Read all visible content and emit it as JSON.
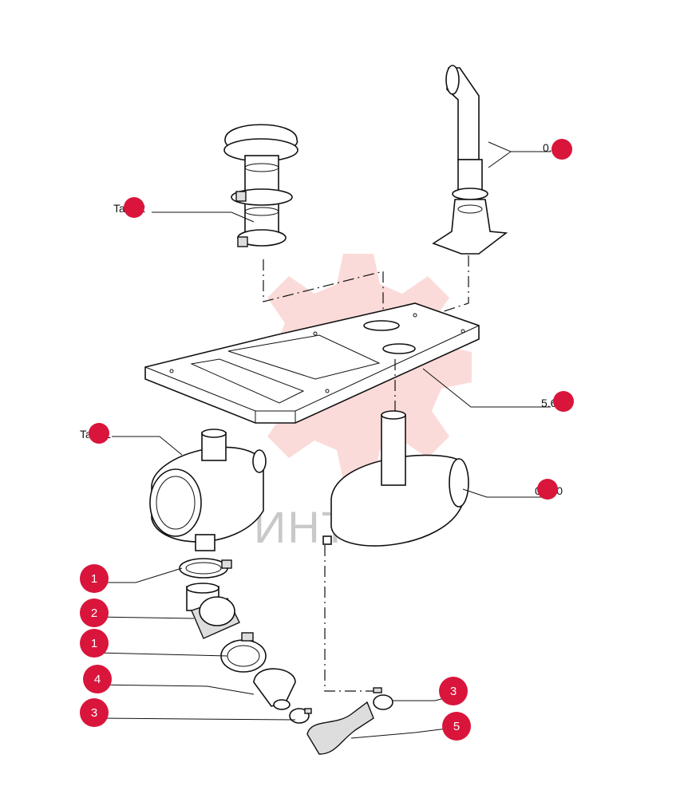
{
  "watermark": {
    "text": "ИНТЕХ",
    "color": "#e8352f"
  },
  "colors": {
    "callout": "#d9153b",
    "line": "#111111"
  },
  "references": {
    "ref_tav22": "Tav.22",
    "ref_0530_top": "0.530",
    "ref_5601": "5.601",
    "ref_tav11": "Tav.11",
    "ref_0530_mid": "0.530"
  },
  "callouts": {
    "c1a": "1",
    "c2": "2",
    "c1b": "1",
    "c4": "4",
    "c3a": "3",
    "c3b": "3",
    "c5": "5"
  }
}
